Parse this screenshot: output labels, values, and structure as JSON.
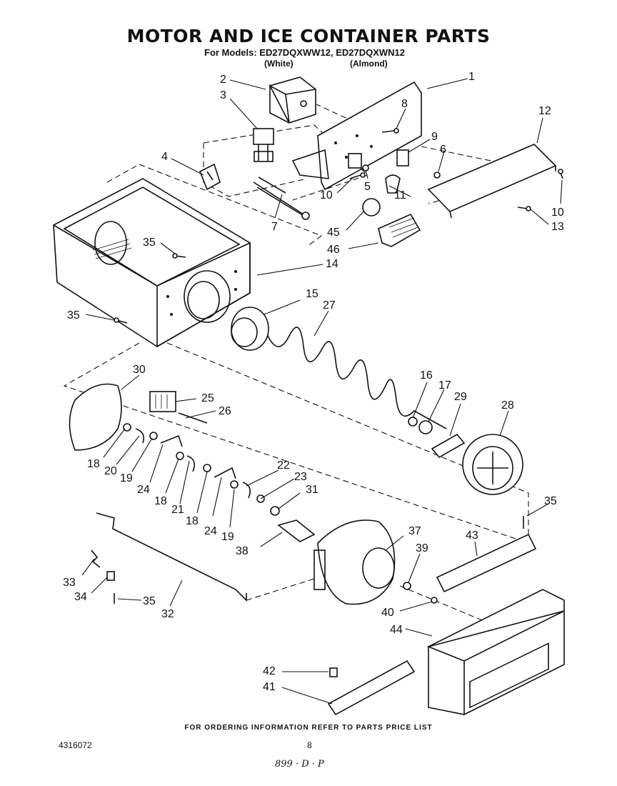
{
  "header": {
    "title": "MOTOR AND ICE CONTAINER PARTS",
    "models_line": "For Models: ED27DQXWW12, ED27DQXWN12",
    "color_white": "(White)",
    "color_almond": "(Almond)"
  },
  "footer": {
    "ordering_note": "FOR ORDERING INFORMATION REFER TO PARTS PRICE LIST",
    "document_number": "4316072",
    "page_number": "8",
    "handwritten_mark": "899 · D · P"
  },
  "callouts": [
    {
      "id": "c1",
      "label": "1"
    },
    {
      "id": "c2",
      "label": "2"
    },
    {
      "id": "c3",
      "label": "3"
    },
    {
      "id": "c4",
      "label": "4"
    },
    {
      "id": "c5",
      "label": "5"
    },
    {
      "id": "c6",
      "label": "6"
    },
    {
      "id": "c7",
      "label": "7"
    },
    {
      "id": "c8",
      "label": "8"
    },
    {
      "id": "c9",
      "label": "9"
    },
    {
      "id": "c10a",
      "label": "10"
    },
    {
      "id": "c10b",
      "label": "10"
    },
    {
      "id": "c11",
      "label": "11"
    },
    {
      "id": "c12",
      "label": "12"
    },
    {
      "id": "c13",
      "label": "13"
    },
    {
      "id": "c14",
      "label": "14"
    },
    {
      "id": "c15",
      "label": "15"
    },
    {
      "id": "c16",
      "label": "16"
    },
    {
      "id": "c17",
      "label": "17"
    },
    {
      "id": "c18a",
      "label": "18"
    },
    {
      "id": "c18b",
      "label": "18"
    },
    {
      "id": "c18c",
      "label": "18"
    },
    {
      "id": "c19a",
      "label": "19"
    },
    {
      "id": "c19b",
      "label": "19"
    },
    {
      "id": "c20",
      "label": "20"
    },
    {
      "id": "c21",
      "label": "21"
    },
    {
      "id": "c22",
      "label": "22"
    },
    {
      "id": "c23",
      "label": "23"
    },
    {
      "id": "c24a",
      "label": "24"
    },
    {
      "id": "c24b",
      "label": "24"
    },
    {
      "id": "c25",
      "label": "25"
    },
    {
      "id": "c26",
      "label": "26"
    },
    {
      "id": "c27",
      "label": "27"
    },
    {
      "id": "c28",
      "label": "28"
    },
    {
      "id": "c29",
      "label": "29"
    },
    {
      "id": "c30",
      "label": "30"
    },
    {
      "id": "c31",
      "label": "31"
    },
    {
      "id": "c32",
      "label": "32"
    },
    {
      "id": "c33",
      "label": "33"
    },
    {
      "id": "c34",
      "label": "34"
    },
    {
      "id": "c35a",
      "label": "35"
    },
    {
      "id": "c35b",
      "label": "35"
    },
    {
      "id": "c35c",
      "label": "35"
    },
    {
      "id": "c35d",
      "label": "35"
    },
    {
      "id": "c37",
      "label": "37"
    },
    {
      "id": "c38",
      "label": "38"
    },
    {
      "id": "c39",
      "label": "39"
    },
    {
      "id": "c40",
      "label": "40"
    },
    {
      "id": "c41",
      "label": "41"
    },
    {
      "id": "c42",
      "label": "42"
    },
    {
      "id": "c43",
      "label": "43"
    },
    {
      "id": "c44",
      "label": "44"
    },
    {
      "id": "c45",
      "label": "45"
    },
    {
      "id": "c46",
      "label": "46"
    }
  ]
}
